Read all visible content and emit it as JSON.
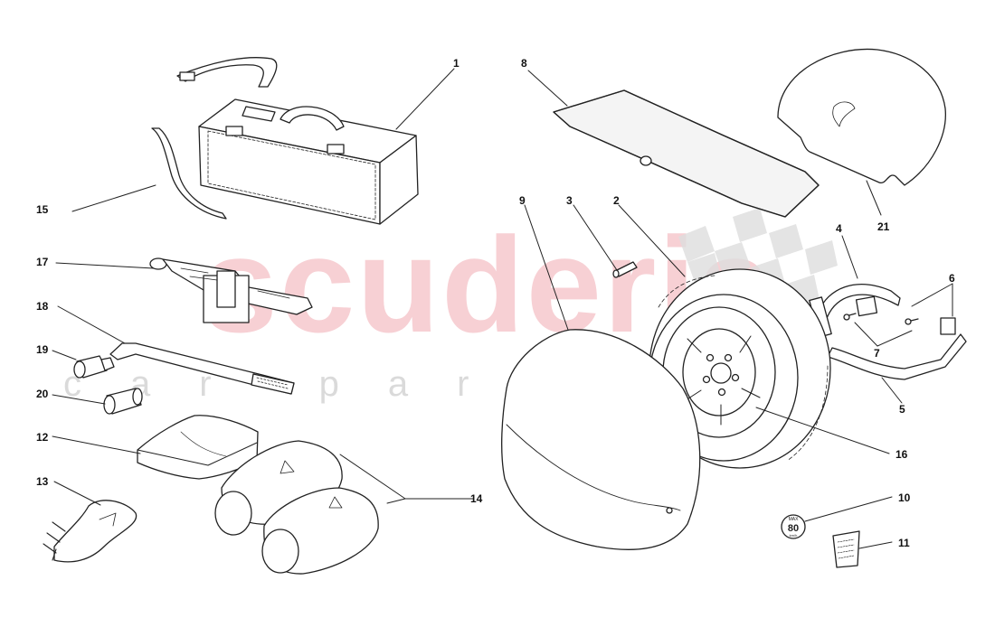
{
  "watermark": {
    "main": "scuderia",
    "sub": "car parts"
  },
  "callouts": {
    "c1": "1",
    "c2": "2",
    "c3": "3",
    "c4": "4",
    "c5": "5",
    "c6": "6",
    "c7": "7",
    "c8": "8",
    "c9": "9",
    "c10": "10",
    "c11": "11",
    "c12": "12",
    "c13": "13",
    "c14": "14",
    "c15": "15",
    "c16": "16",
    "c17": "17",
    "c18": "18",
    "c19": "19",
    "c20": "20",
    "c21": "21"
  },
  "sign": {
    "top": "MAX",
    "value": "80",
    "bottom": "km/h"
  },
  "colors": {
    "line": "#222222",
    "watermark": "#e87884",
    "checker": "#d9d9d9"
  }
}
